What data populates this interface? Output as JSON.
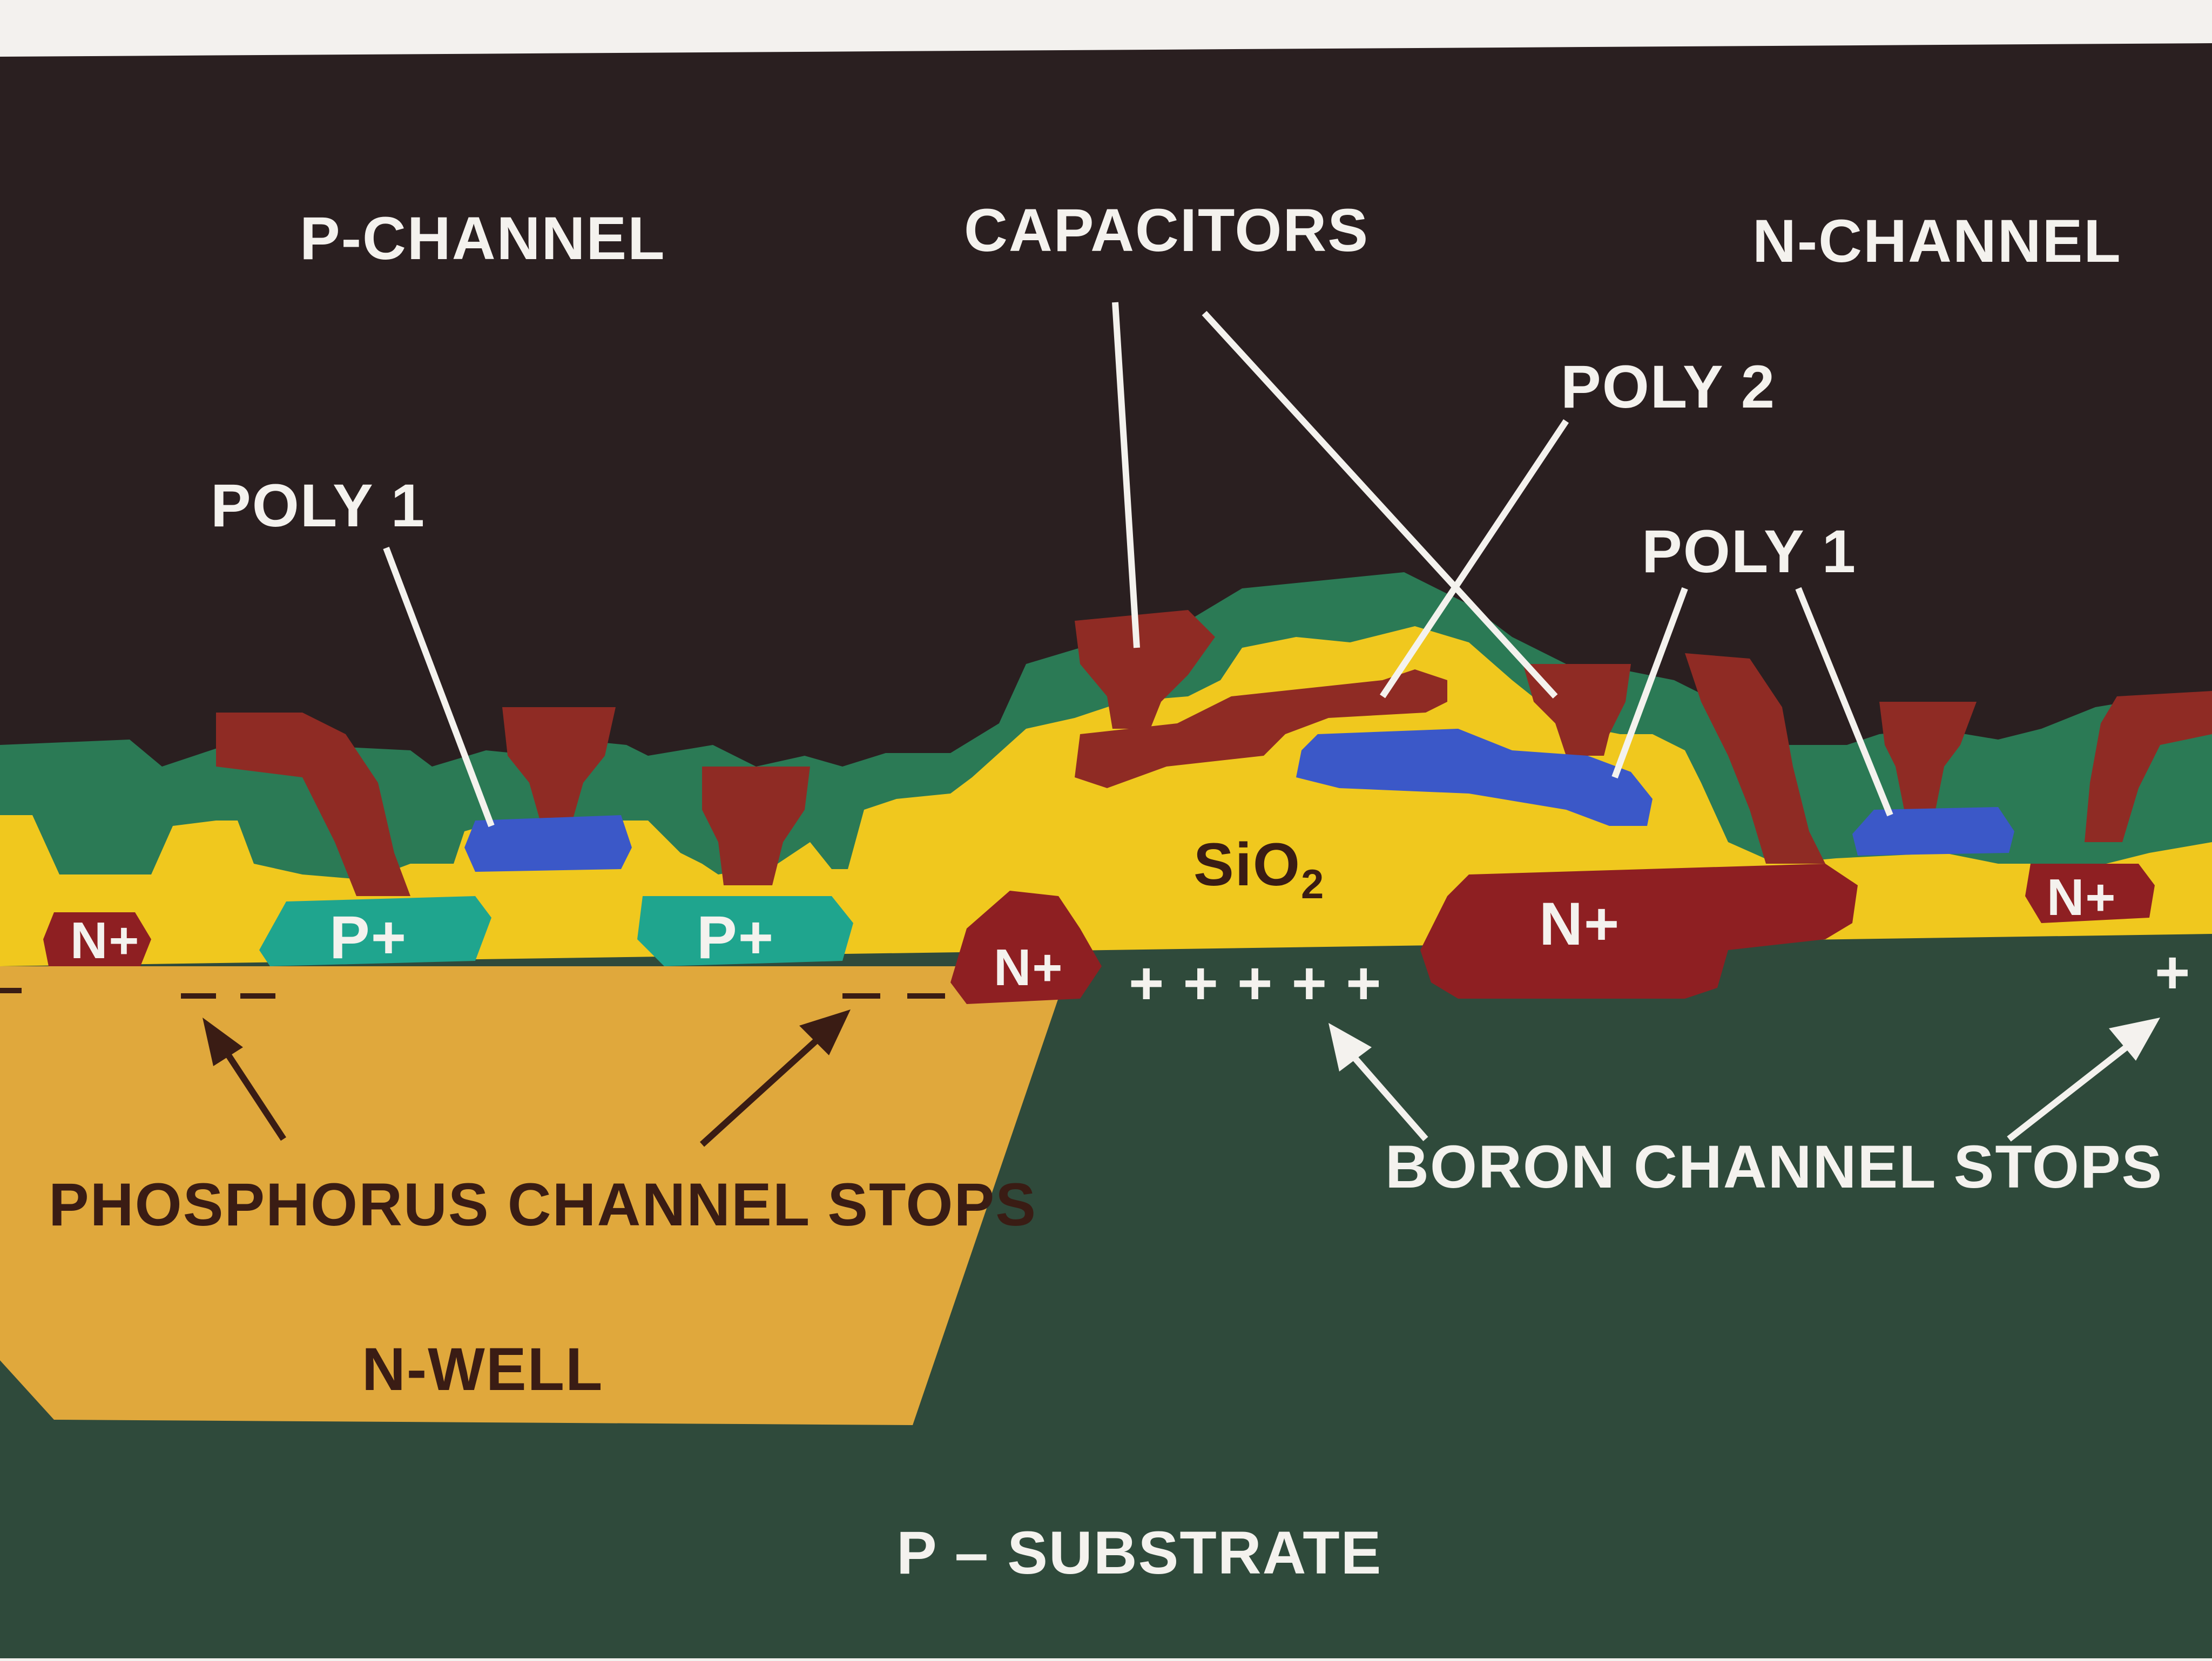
{
  "colors": {
    "background": "#2a1f20",
    "substrate": "#2f4a3b",
    "n_well": "#e0a83c",
    "sio2": "#f0c81e",
    "metal_green": "#2b7a55",
    "poly_red": "#8f2b24",
    "poly_blue": "#3b58c8",
    "p_plus": "#1fa58e",
    "n_plus": "#8e1f22",
    "label_light": "#f4f2ee",
    "label_dark": "#3a1c14"
  },
  "labels": {
    "p_channel": "P-CHANNEL",
    "capacitors": "CAPACITORS",
    "n_channel": "N-CHANNEL",
    "poly2": "POLY 2",
    "poly1_left": "POLY 1",
    "poly1_right": "POLY 1",
    "sio2_base": "SiO",
    "sio2_sub": "2",
    "phosphorus": "PHOSPHORUS CHANNEL STOPS",
    "boron": "BORON CHANNEL STOPS",
    "n_well": "N-WELL",
    "p_substrate": "P – SUBSTRATE"
  },
  "regions": {
    "n_plus_1": "N+",
    "p_plus_1": "P+",
    "p_plus_2": "P+",
    "n_plus_2": "N+",
    "n_plus_3": "N+",
    "n_plus_4": "N+"
  },
  "markers": {
    "boron_plus": "+ + + + +",
    "boron_plus_right": "+"
  }
}
